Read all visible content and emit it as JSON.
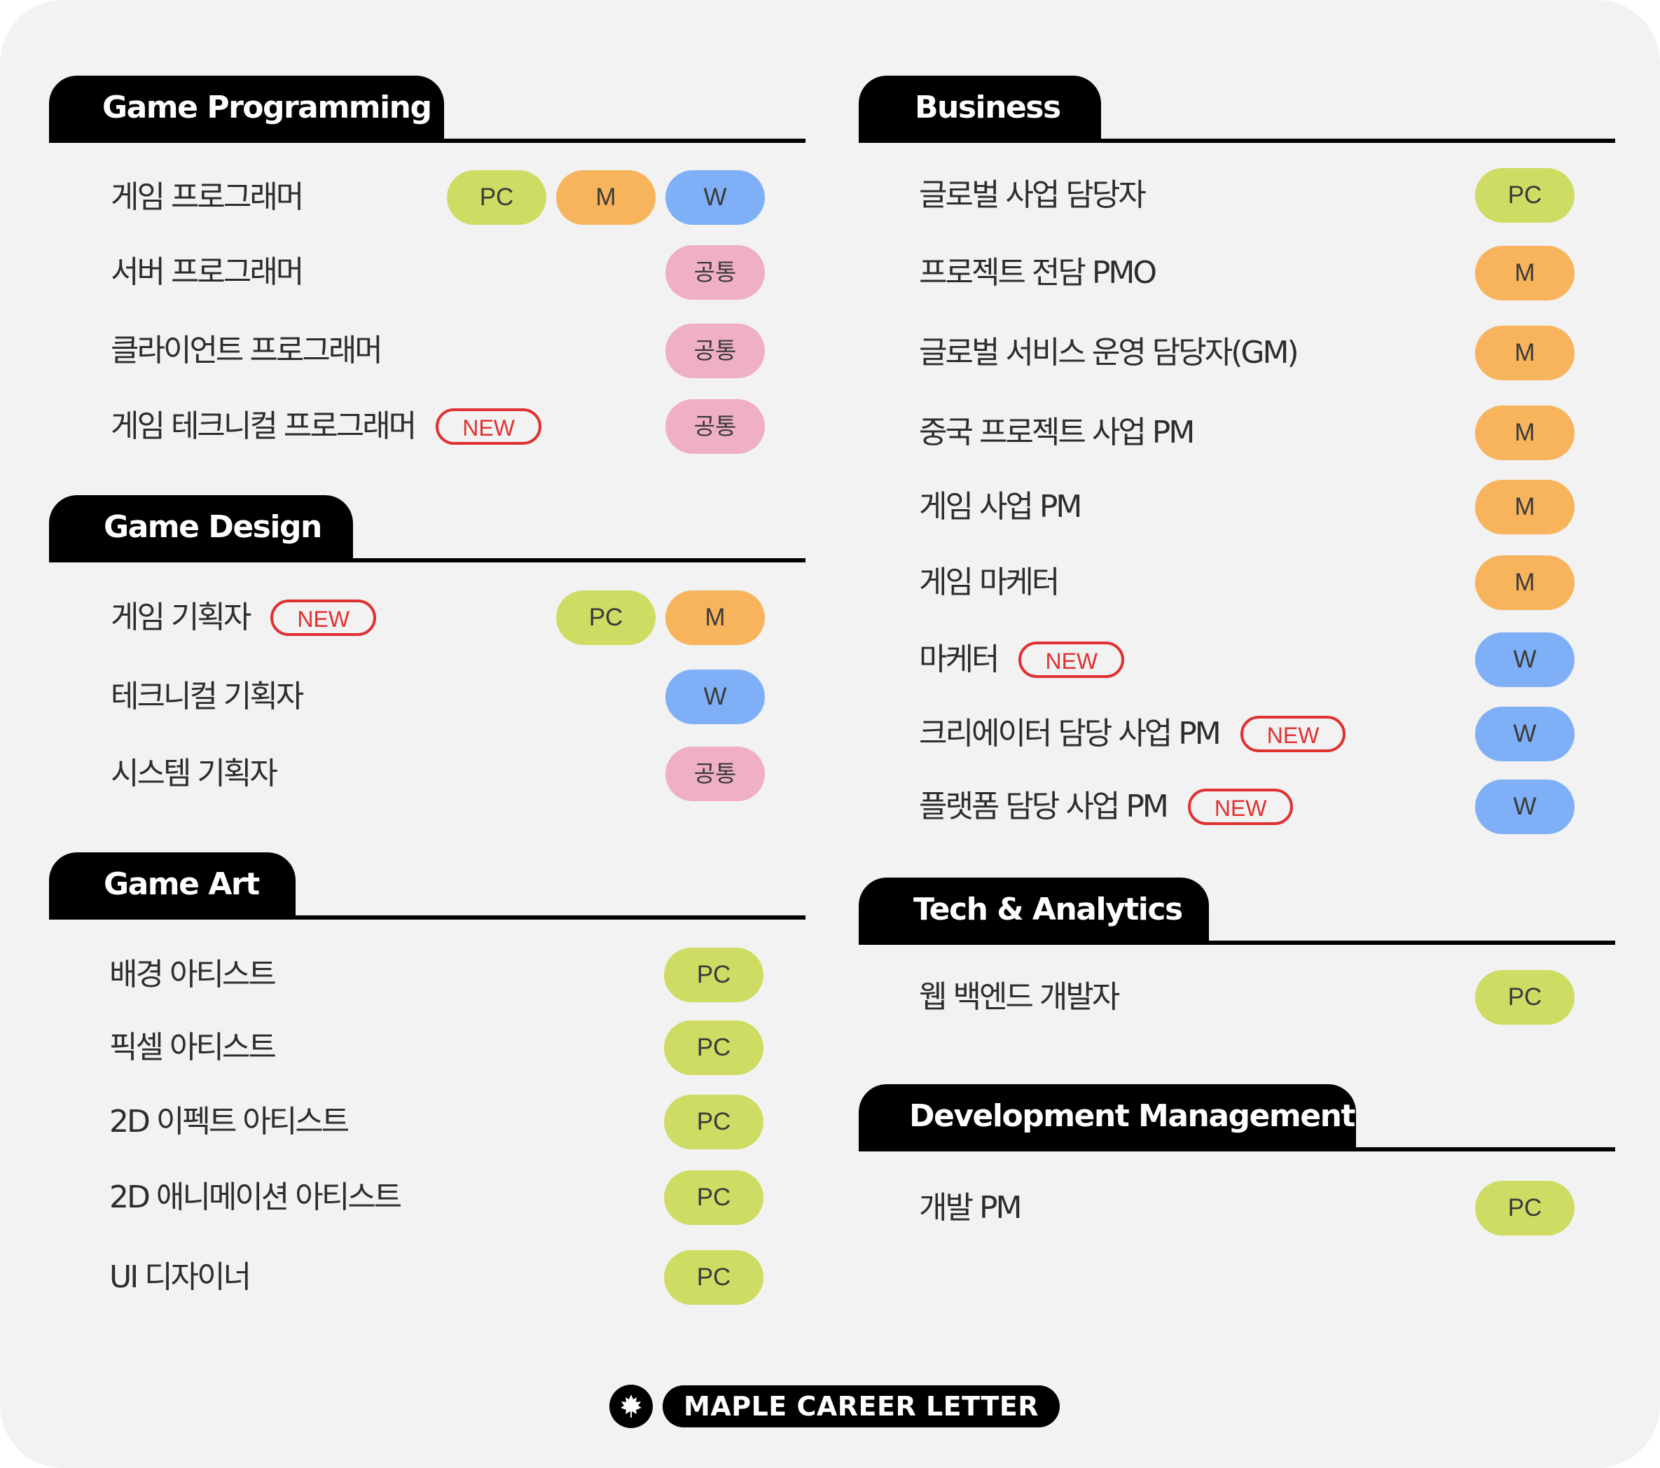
{
  "sections": {
    "game_programming": {
      "title": "Game Programming",
      "roles": [
        {
          "name": "게임 프로그래머",
          "new": "",
          "tags": [
            "PC",
            "M",
            "W"
          ]
        },
        {
          "name": "서버 프로그래머",
          "new": "",
          "tags": [
            "공통"
          ]
        },
        {
          "name": "클라이언트 프로그래머",
          "new": "",
          "tags": [
            "공통"
          ]
        },
        {
          "name": "게임 테크니컬 프로그래머",
          "new": "NEW",
          "tags": [
            "공통"
          ]
        }
      ]
    },
    "game_design": {
      "title": "Game Design",
      "roles": [
        {
          "name": "게임 기획자",
          "new": "NEW",
          "tags": [
            "PC",
            "M"
          ]
        },
        {
          "name": "테크니컬 기획자",
          "new": "",
          "tags": [
            "W"
          ]
        },
        {
          "name": "시스템 기획자",
          "new": "",
          "tags": [
            "공통"
          ]
        }
      ]
    },
    "game_art": {
      "title": "Game Art",
      "roles": [
        {
          "name": "배경 아티스트",
          "new": "",
          "tags": [
            "PC"
          ]
        },
        {
          "name": "픽셀 아티스트",
          "new": "",
          "tags": [
            "PC"
          ]
        },
        {
          "name": "2D 이펙트 아티스트",
          "new": "",
          "tags": [
            "PC"
          ]
        },
        {
          "name": "2D 애니메이션 아티스트",
          "new": "",
          "tags": [
            "PC"
          ]
        },
        {
          "name": "UI 디자이너",
          "new": "",
          "tags": [
            "PC"
          ]
        }
      ]
    },
    "business": {
      "title": "Business",
      "roles": [
        {
          "name": "글로벌 사업 담당자",
          "new": "",
          "tags": [
            "PC"
          ]
        },
        {
          "name": "프로젝트 전담 PMO",
          "new": "",
          "tags": [
            "M"
          ]
        },
        {
          "name": "글로벌 서비스 운영 담당자(GM)",
          "new": "",
          "tags": [
            "M"
          ]
        },
        {
          "name": "중국 프로젝트 사업 PM",
          "new": "",
          "tags": [
            "M"
          ]
        },
        {
          "name": "게임 사업 PM",
          "new": "",
          "tags": [
            "M"
          ]
        },
        {
          "name": "게임 마케터",
          "new": "",
          "tags": [
            "M"
          ]
        },
        {
          "name": "마케터",
          "new": "NEW",
          "tags": [
            "W"
          ]
        },
        {
          "name": "크리에이터 담당 사업 PM",
          "new": "NEW",
          "tags": [
            "W"
          ]
        },
        {
          "name": "플랫폼 담당 사업 PM",
          "new": "NEW",
          "tags": [
            "W"
          ]
        }
      ]
    },
    "tech_analytics": {
      "title": "Tech & Analytics",
      "roles": [
        {
          "name": "웹 백엔드 개발자",
          "new": "",
          "tags": [
            "PC"
          ]
        }
      ]
    },
    "development_management": {
      "title": "Development Management",
      "roles": [
        {
          "name": "개발 PM",
          "new": "",
          "tags": [
            "PC"
          ]
        }
      ]
    }
  },
  "footer": {
    "label": "MAPLE CAREER LETTER",
    "icon": "maple-leaf-icon"
  },
  "colors": {
    "background": "#f2f2f2",
    "pc": "#cfdc63",
    "m": "#f7b45c",
    "w": "#7fb0f7",
    "common": "#efafc7",
    "new": "#e03131"
  }
}
